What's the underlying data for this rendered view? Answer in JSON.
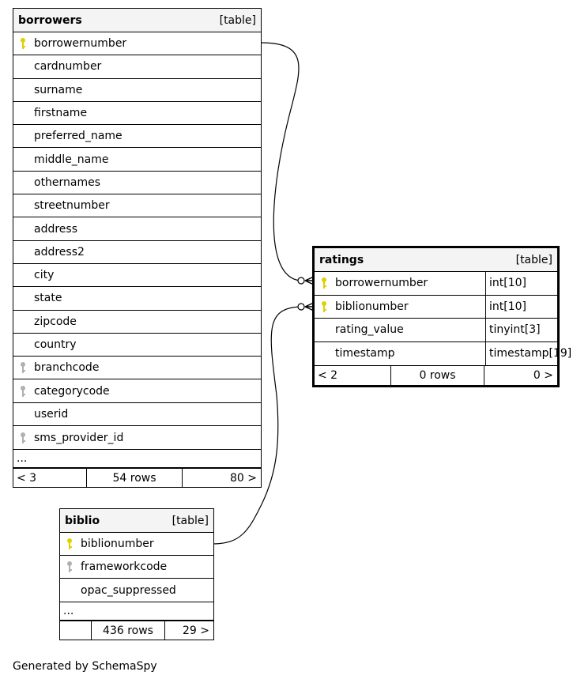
{
  "borrowers": {
    "name": "borrowers",
    "kind": "[table]",
    "columns": [
      {
        "name": "borrowernumber",
        "key": "primary"
      },
      {
        "name": "cardnumber",
        "key": ""
      },
      {
        "name": "surname",
        "key": ""
      },
      {
        "name": "firstname",
        "key": ""
      },
      {
        "name": "preferred_name",
        "key": ""
      },
      {
        "name": "middle_name",
        "key": ""
      },
      {
        "name": "othernames",
        "key": ""
      },
      {
        "name": "streetnumber",
        "key": ""
      },
      {
        "name": "address",
        "key": ""
      },
      {
        "name": "address2",
        "key": ""
      },
      {
        "name": "city",
        "key": ""
      },
      {
        "name": "state",
        "key": ""
      },
      {
        "name": "zipcode",
        "key": ""
      },
      {
        "name": "country",
        "key": ""
      },
      {
        "name": "branchcode",
        "key": "foreign"
      },
      {
        "name": "categorycode",
        "key": "foreign"
      },
      {
        "name": "userid",
        "key": ""
      },
      {
        "name": "sms_provider_id",
        "key": "foreign"
      }
    ],
    "more": "...",
    "footer": {
      "parents": "< 3",
      "rows": "54 rows",
      "children": "80 >"
    }
  },
  "ratings": {
    "name": "ratings",
    "kind": "[table]",
    "columns": [
      {
        "name": "borrowernumber",
        "type": "int[10]",
        "key": "primary"
      },
      {
        "name": "biblionumber",
        "type": "int[10]",
        "key": "primary"
      },
      {
        "name": "rating_value",
        "type": "tinyint[3]",
        "key": ""
      },
      {
        "name": "timestamp",
        "type": "timestamp[19]",
        "key": ""
      }
    ],
    "footer": {
      "parents": "< 2",
      "rows": "0 rows",
      "children": "0 >"
    }
  },
  "biblio": {
    "name": "biblio",
    "kind": "[table]",
    "columns": [
      {
        "name": "biblionumber",
        "key": "primary"
      },
      {
        "name": "frameworkcode",
        "key": "foreign"
      },
      {
        "name": "opac_suppressed",
        "key": ""
      }
    ],
    "more": "...",
    "footer": {
      "parents": "",
      "rows": "436 rows",
      "children": "29 >"
    }
  },
  "relationships": [
    {
      "from": "borrowers.borrowernumber",
      "to": "ratings.borrowernumber"
    },
    {
      "from": "biblio.biblionumber",
      "to": "ratings.biblionumber"
    }
  ],
  "colors": {
    "primary_key": "#e0d000",
    "foreign_key": "#b0b0b0",
    "header_bg": "#f4f4f4"
  },
  "caption": "Generated by SchemaSpy"
}
